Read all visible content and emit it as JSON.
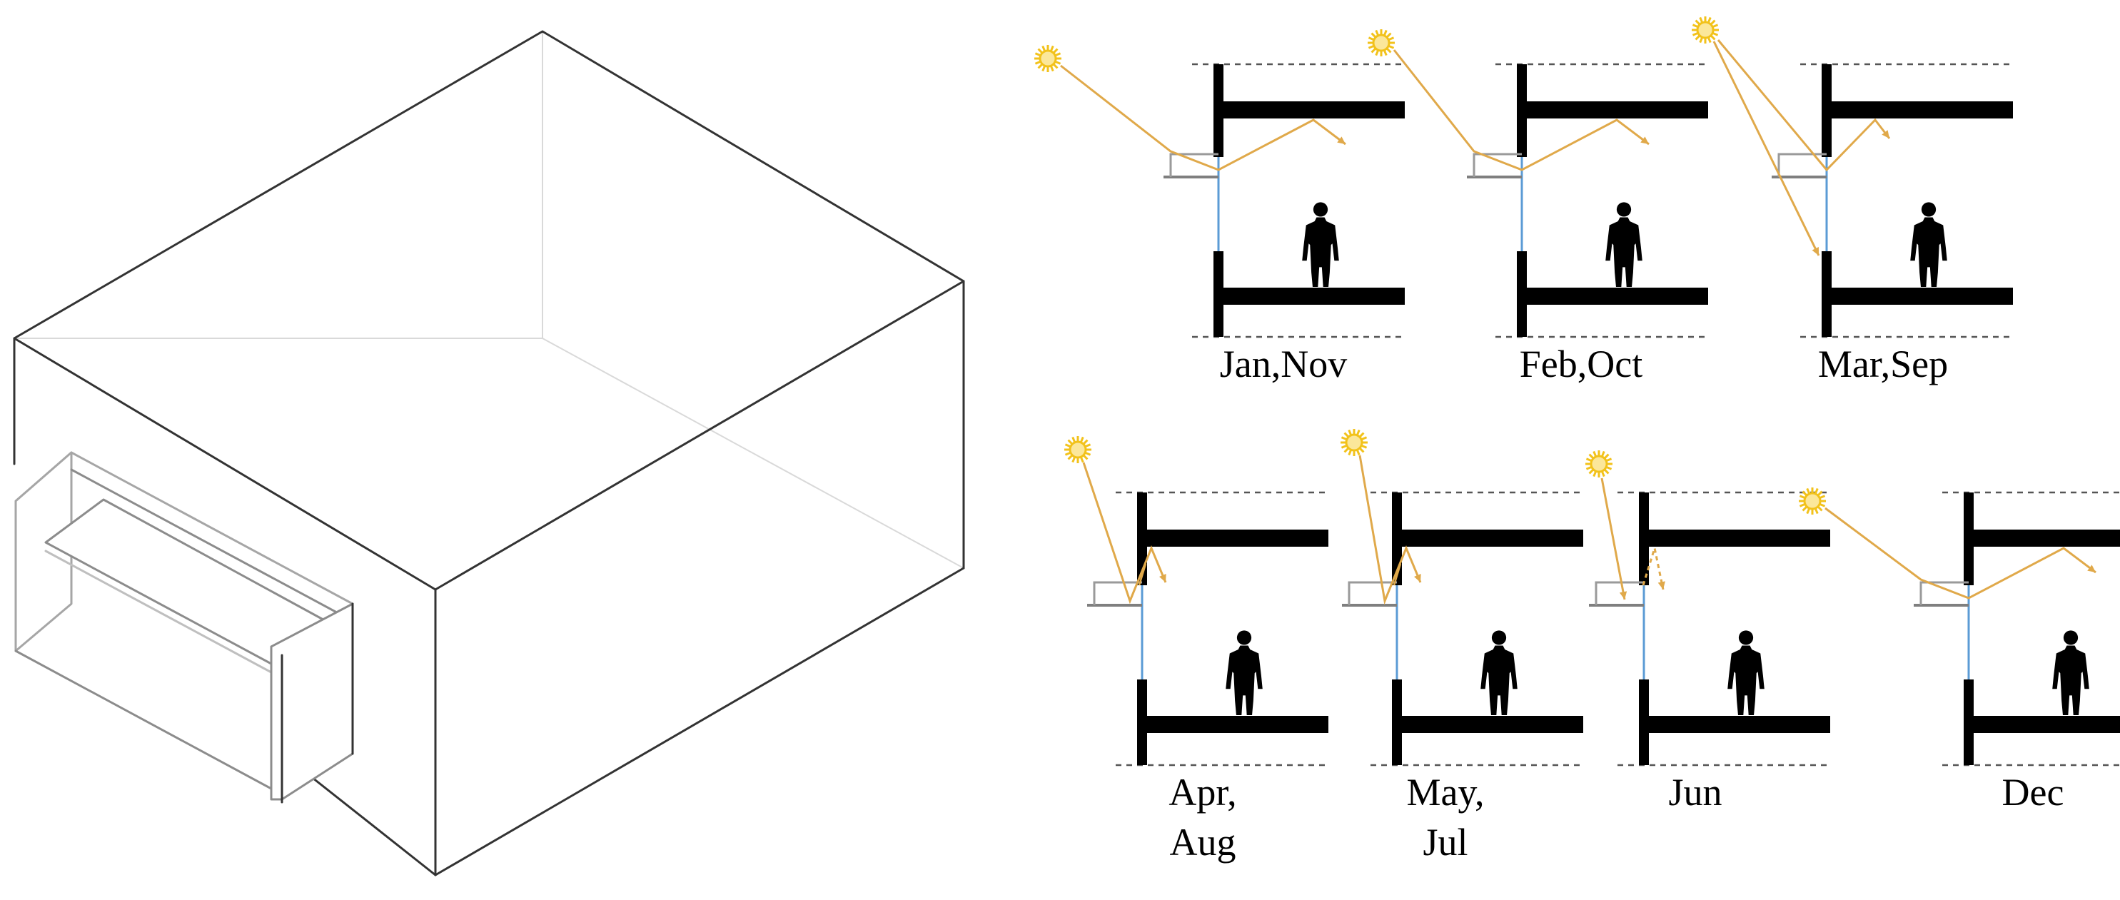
{
  "colors": {
    "outline": "#333333",
    "glass_edge": "#bfbfbf",
    "sun": "#f2c21b",
    "sun_fill": "#fbe79a",
    "ray": "#e0a94a",
    "glass": "#5b9bd5",
    "wall": "#000000",
    "dashed": "#555555",
    "shelf": "#7f7f7f"
  },
  "model": {
    "icon": "room-box-with-light-shelf-isometric"
  },
  "panels": [
    {
      "id": "jan-nov",
      "lines": [
        "Jan,Nov"
      ],
      "sun_icon": "sun-icon",
      "ray_mode": "low"
    },
    {
      "id": "feb-oct",
      "lines": [
        "Feb,Oct"
      ],
      "sun_icon": "sun-icon",
      "ray_mode": "low"
    },
    {
      "id": "mar-sep",
      "lines": [
        "Mar,Sep"
      ],
      "sun_icon": "sun-icon",
      "ray_mode": "double"
    },
    {
      "id": "apr-aug",
      "lines": [
        "Apr,",
        "Aug"
      ],
      "sun_icon": "sun-icon",
      "ray_mode": "mid"
    },
    {
      "id": "may-jul",
      "lines": [
        "May,",
        "Jul"
      ],
      "sun_icon": "sun-icon",
      "ray_mode": "mid"
    },
    {
      "id": "jun",
      "lines": [
        "Jun"
      ],
      "sun_icon": "sun-icon",
      "ray_mode": "high"
    },
    {
      "id": "dec",
      "lines": [
        "Dec"
      ],
      "sun_icon": "sun-icon",
      "ray_mode": "low"
    }
  ]
}
